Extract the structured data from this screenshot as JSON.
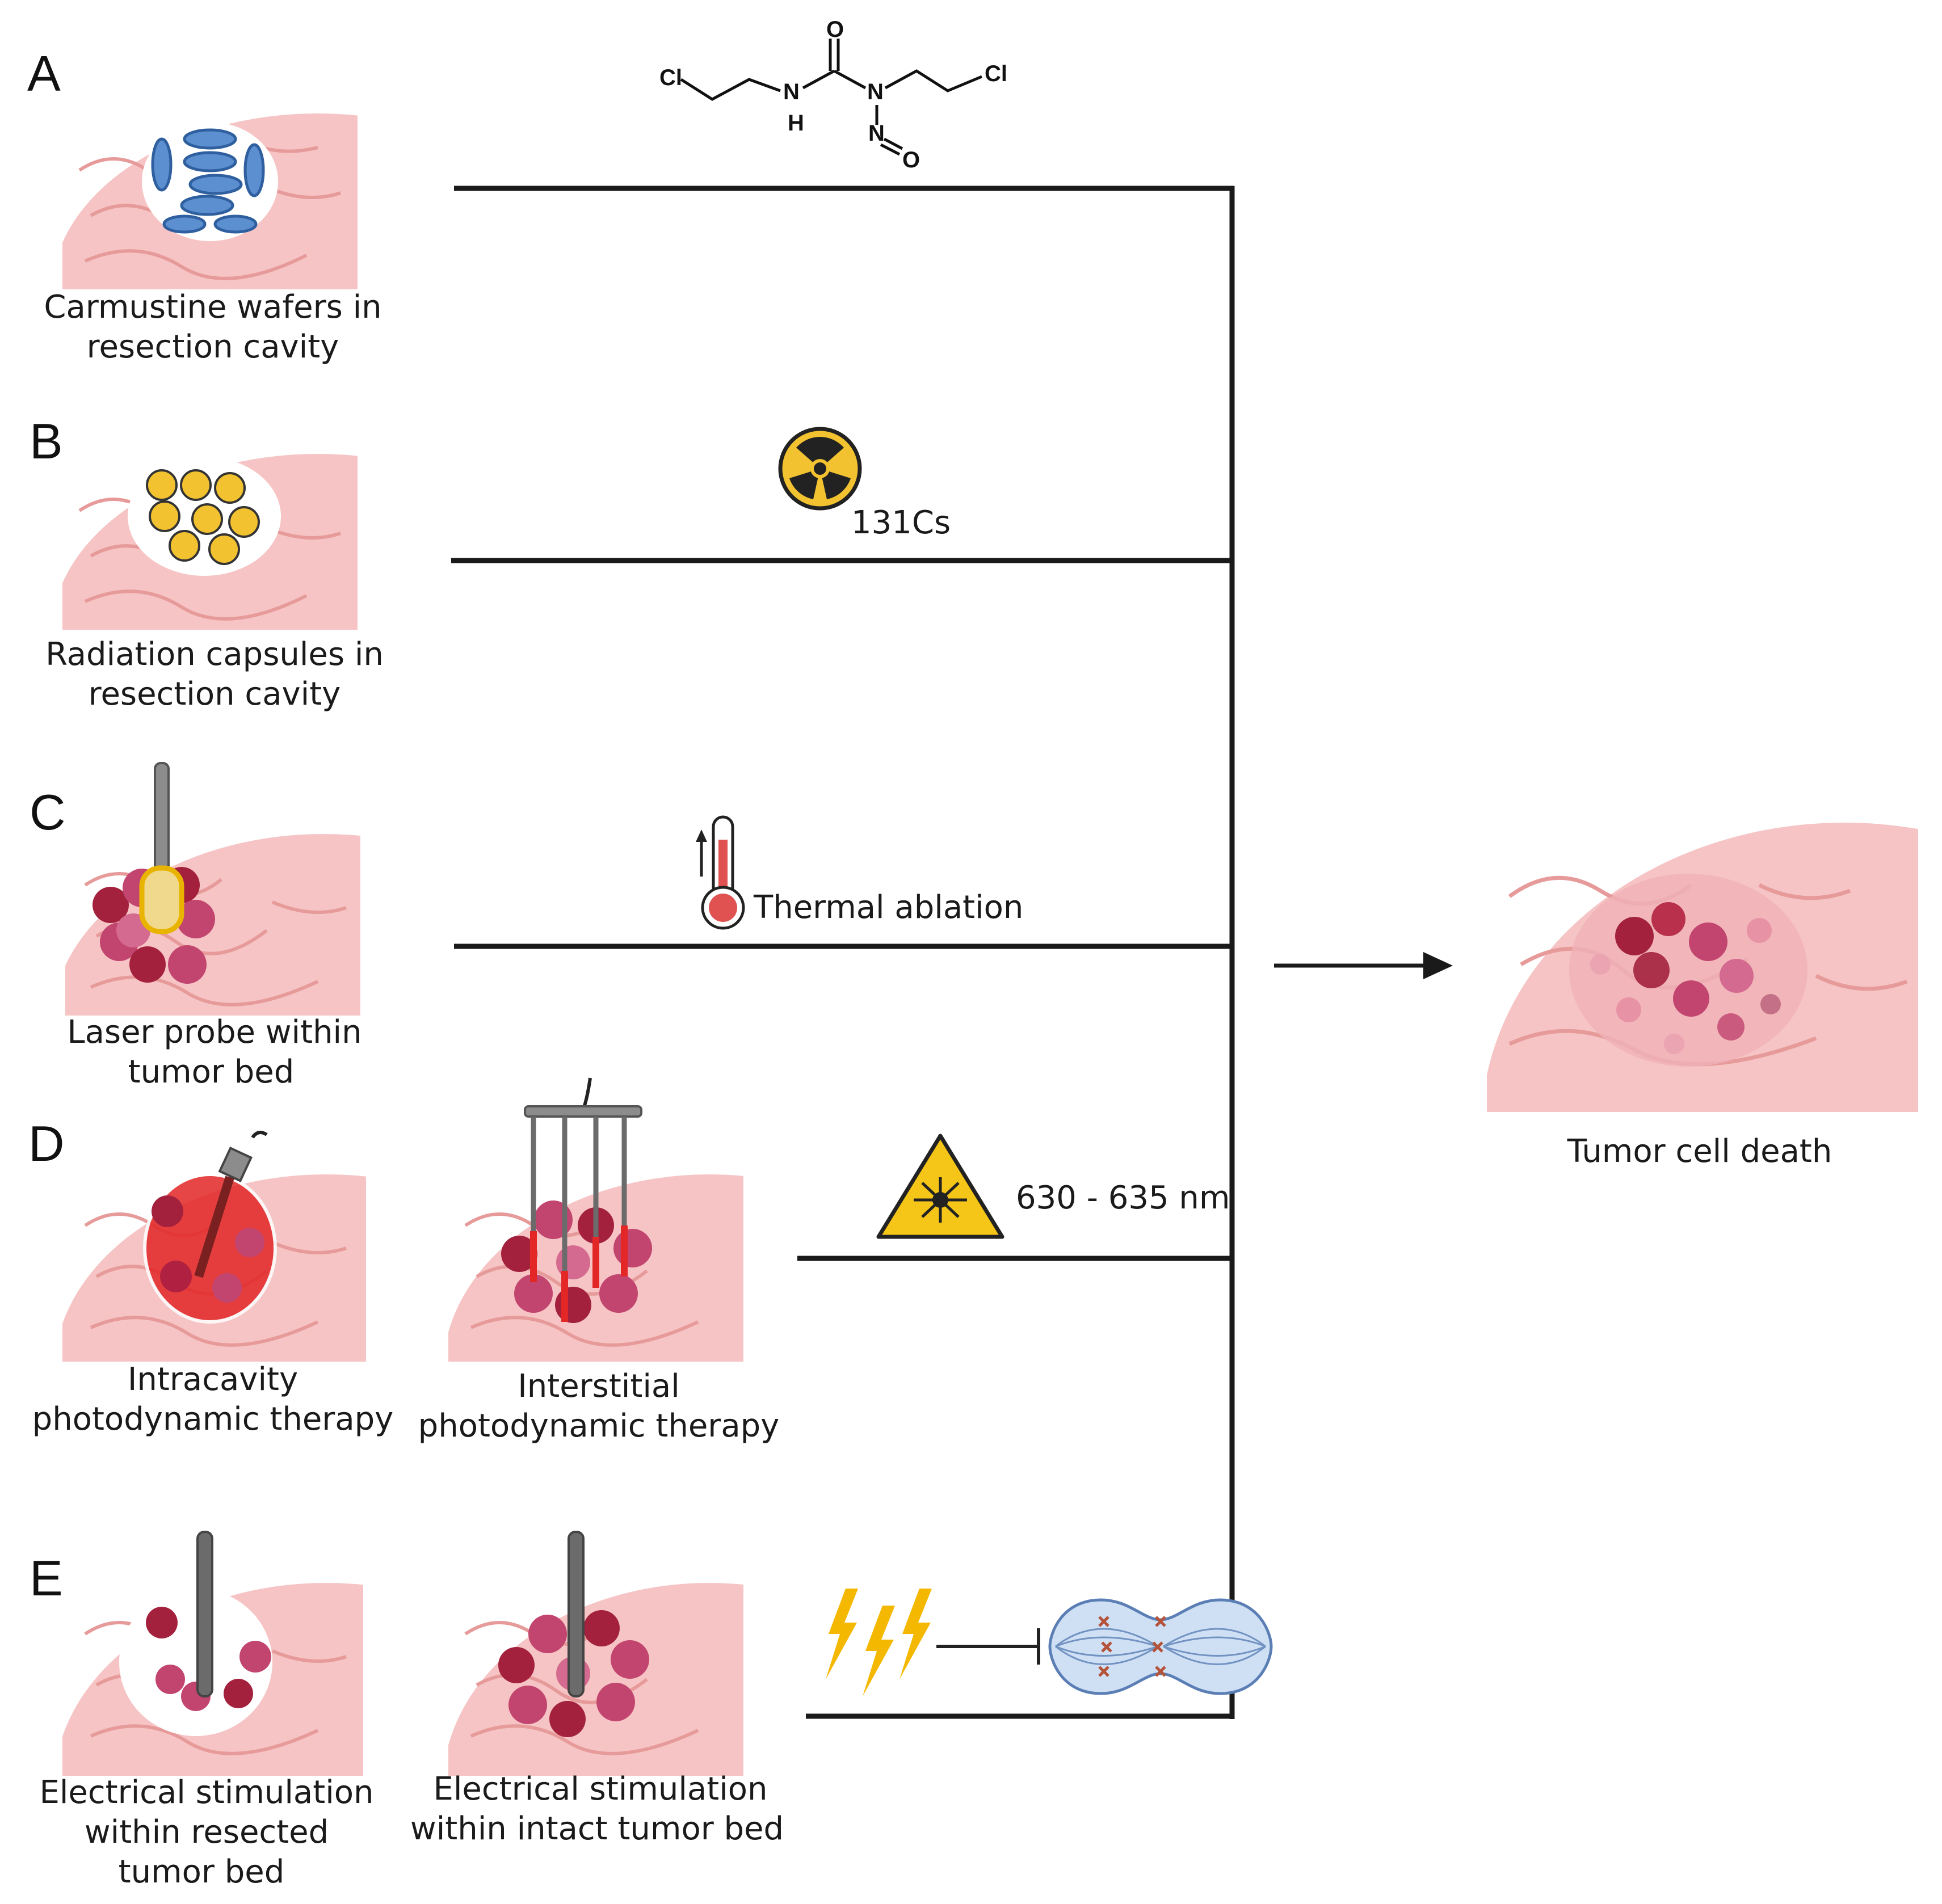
{
  "colors": {
    "line": "#1a1a1a",
    "brain": "#f6c4c4",
    "brain_fold": "#e79a9a",
    "cavity": "#ffffff",
    "wafer": "#5b8fd0",
    "wafer_edge": "#2f5f9e",
    "radiation_yellow": "#f2c230",
    "tumor": "#c2456f",
    "tumor_dark": "#a3213d",
    "probe": "#8c8c8c",
    "laser_red": "#e32626",
    "warning_yellow": "#f5c518",
    "bolt": "#f5b800",
    "cell": "#cfe0f5",
    "cell_edge": "#5b7fb5",
    "chromosome": "#b4533a"
  },
  "panels": {
    "a": {
      "letter": "A",
      "caption_line1": "Carmustine wafers in",
      "caption_line2": "resection cavity",
      "molecule": {
        "atoms": [
          "Cl",
          "N",
          "H",
          "O",
          "N",
          "N",
          "O",
          "Cl"
        ],
        "icon": "carmustine-structure-icon"
      }
    },
    "b": {
      "letter": "B",
      "caption_line1": "Radiation capsules in",
      "caption_line2": "resection cavity",
      "isotope_label": "131Cs",
      "icon": "radiation-trefoil-icon"
    },
    "c": {
      "letter": "C",
      "caption_line1": "Laser probe within",
      "caption_line2": "tumor bed",
      "mechanism_label": "Thermal ablation",
      "icon": "thermometer-icon"
    },
    "d": {
      "letter": "D",
      "left_caption_line1": "Intracavity",
      "left_caption_line2": "photodynamic therapy",
      "right_caption_line1": "Interstitial",
      "right_caption_line2": "photodynamic therapy",
      "wavelength_label": "630 - 635 nm",
      "icon": "laser-warning-icon"
    },
    "e": {
      "letter": "E",
      "left_caption_line1": "Electrical stimulation",
      "left_caption_line2": "within resected",
      "left_caption_line3": "tumor bed",
      "right_caption_line1": "Electrical stimulation",
      "right_caption_line2": "within intact tumor bed",
      "icon": "lightning-inhibits-mitosis-icon"
    }
  },
  "outcome": {
    "caption": "Tumor cell death"
  }
}
